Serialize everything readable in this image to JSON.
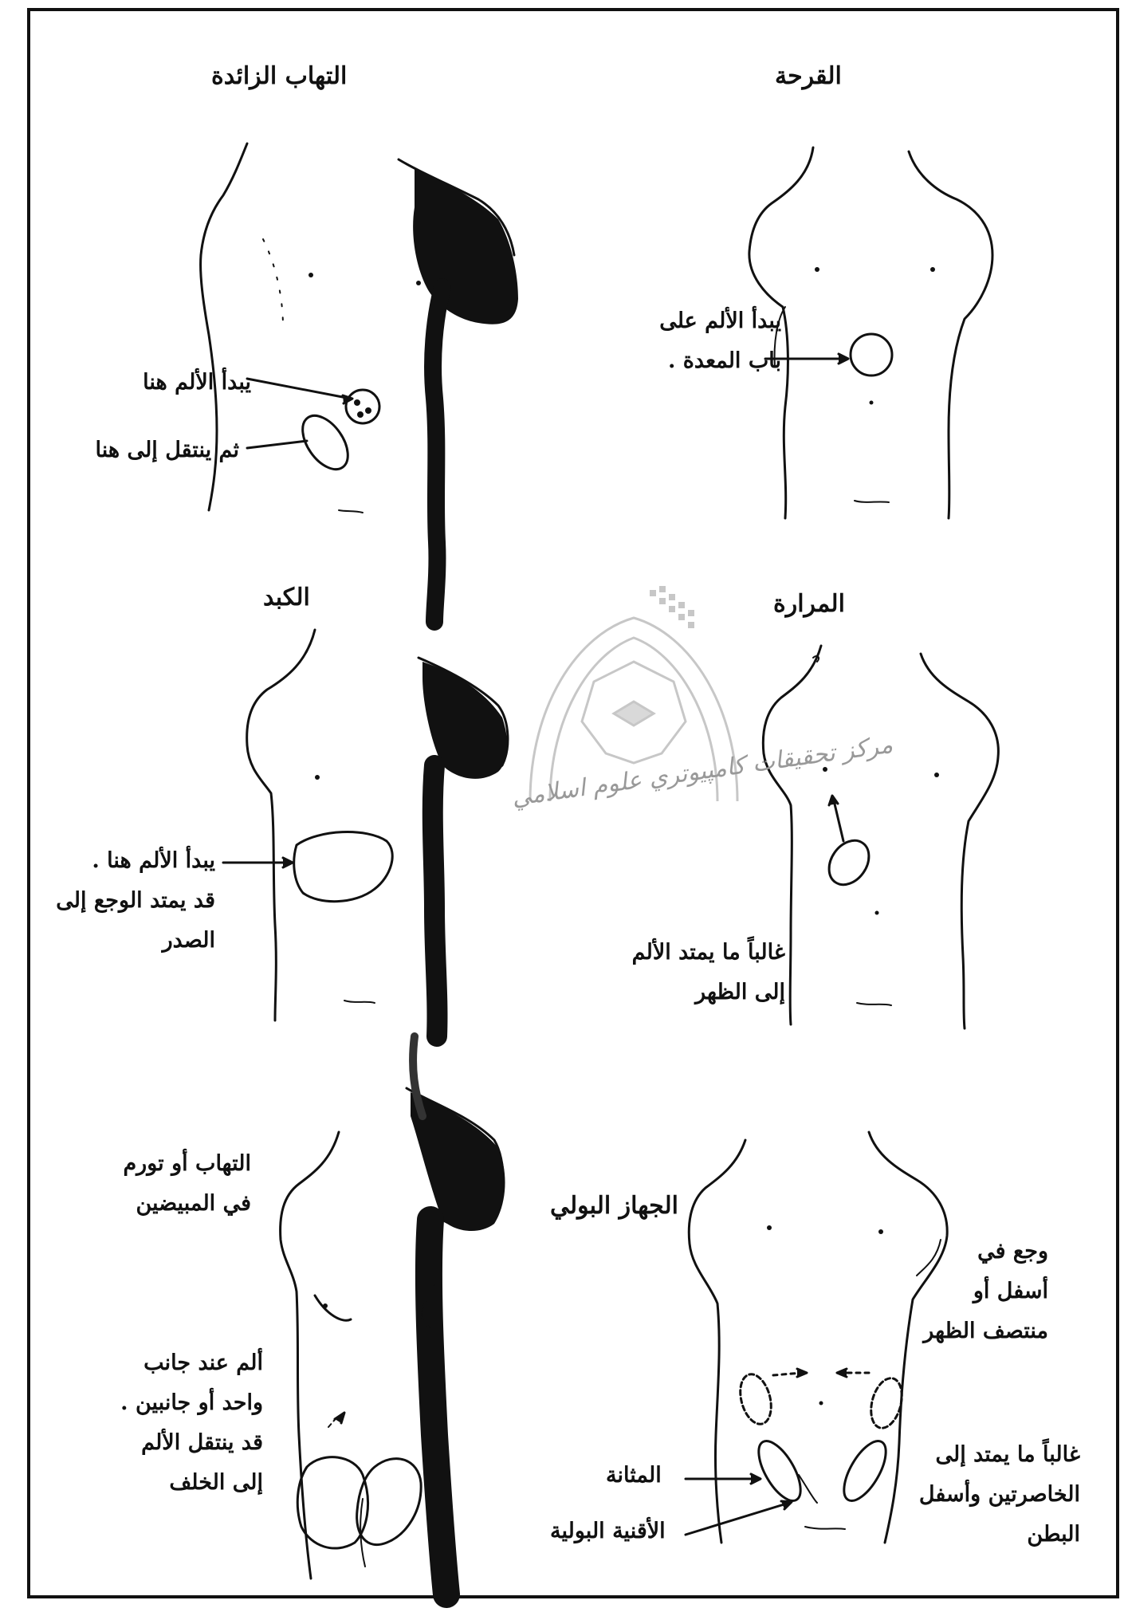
{
  "panels": {
    "appendicitis": {
      "title": "التهاب الزائدة",
      "start_label": "يبدأ الألم هنا",
      "move_label": "ثم ينتقل إلى هنا"
    },
    "ulcer": {
      "title": "القرحة",
      "label_lines": [
        "يبدأ الألم على",
        "باب المعدة ."
      ]
    },
    "liver": {
      "title": "الكبد",
      "label_lines": [
        "يبدأ الألم هنا .",
        "قد يمتد الوجع إلى",
        "الصدر"
      ]
    },
    "gallbladder": {
      "title": "المرارة",
      "label_lines": [
        "غالباً ما يمتد الألم",
        "إلى الظهر"
      ]
    },
    "ovaries": {
      "title_lines": [
        "التهاب أو تورم",
        "في المبيضين"
      ],
      "label_lines": [
        "ألم عند جانب",
        "واحد أو جانبين .",
        "قد ينتقل الألم",
        "إلى الخلف"
      ]
    },
    "urinary": {
      "title": "الجهاز البولي",
      "back_lines": [
        "وجع في",
        "أسفل أو",
        "منتصف الظهر"
      ],
      "flank_lines": [
        "غالباً ما يمتد إلى",
        "الخاصرتين وأسفل",
        "البطن"
      ],
      "bladder_label": "المثانة",
      "ureters_label": "الأقنية البولية"
    }
  },
  "watermark": {
    "text": "مركز تحقيقات كامپيوتري علوم اسلامي",
    "logo_name": "institution-seal"
  },
  "colors": {
    "ink": "#111111",
    "paper": "#ffffff",
    "watermark": "#9a9a9a"
  }
}
